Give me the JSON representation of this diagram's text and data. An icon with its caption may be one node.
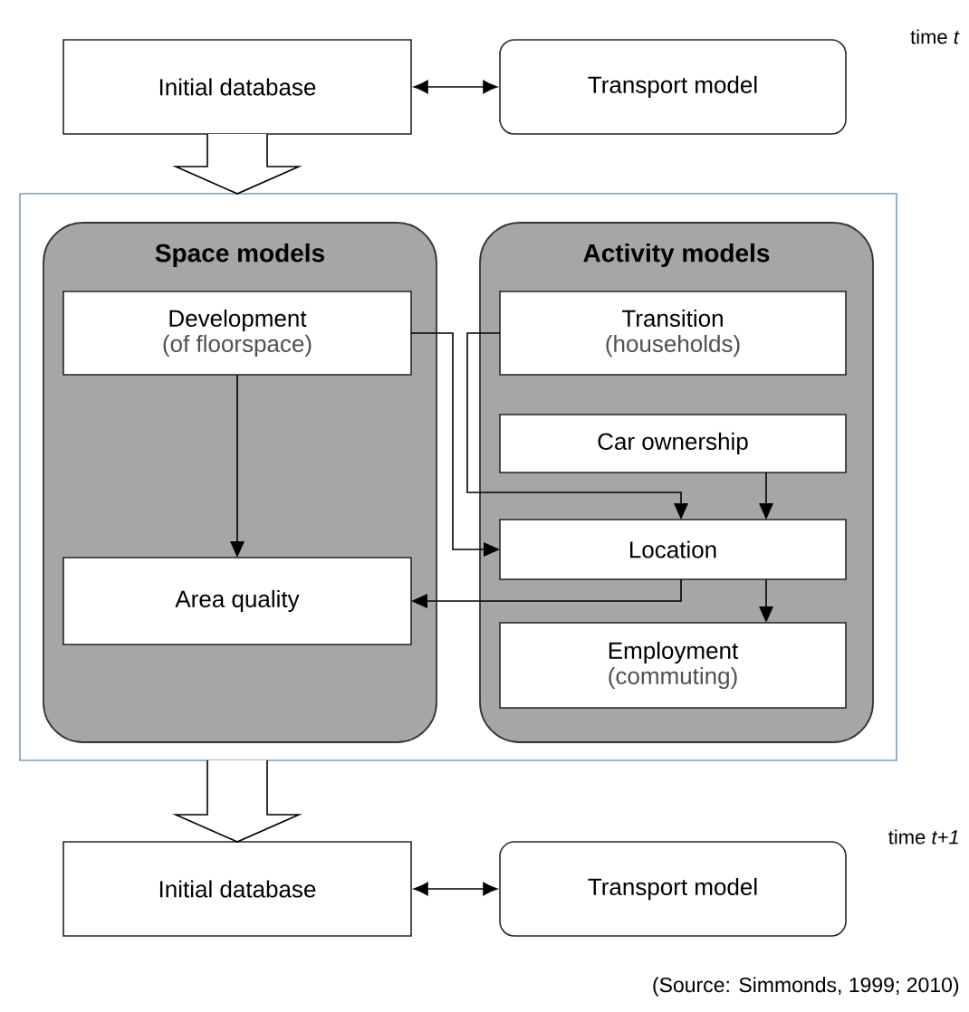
{
  "diagram": {
    "nodes": [
      {
        "text": [
          "Initial database"
        ]
      },
      {
        "text": [
          "Transport model"
        ]
      },
      {
        "text": [],
        "shape": "box"
      },
      {
        "text": [
          "Space models"
        ],
        "in": 2
      },
      {
        "text": [
          "Development",
          "(of floorspace)"
        ],
        "in": 3
      },
      {
        "text": [
          "Area quality"
        ],
        "in": 3
      },
      {
        "text": [
          "Activity models"
        ],
        "in": 2
      },
      {
        "text": [
          "Transition",
          "(households)"
        ],
        "in": 6
      },
      {
        "text": [
          "Car ownership"
        ],
        "in": 6
      },
      {
        "text": [
          "Location"
        ],
        "in": 6
      },
      {
        "text": [
          "Employment",
          "(commuting)"
        ],
        "in": 6
      },
      {
        "text": [
          "Initial database"
        ]
      },
      {
        "text": [
          "Transport model"
        ]
      }
    ],
    "edges": [
      {
        "from": 0,
        "to": 1,
        "arrow": "both"
      },
      {
        "from": 0,
        "to": 2,
        "arrow": "to"
      },
      {
        "from": 4,
        "to": 5,
        "arrow": "to"
      },
      {
        "from": 4,
        "to": 9,
        "arrow": "to"
      },
      {
        "from": 7,
        "to": 9,
        "arrow": "to"
      },
      {
        "from": 8,
        "to": 9,
        "arrow": "to"
      },
      {
        "from": 9,
        "to": 5,
        "arrow": "to"
      },
      {
        "from": 9,
        "to": 10,
        "arrow": "to"
      },
      {
        "from": 2,
        "to": 11,
        "arrow": "to"
      },
      {
        "from": 11,
        "to": 12,
        "arrow": "both"
      }
    ],
    "labels": [
      "time *t*",
      "time *t+1*",
      "(Source: Simmonds, 1999; 2010)"
    ]
  }
}
